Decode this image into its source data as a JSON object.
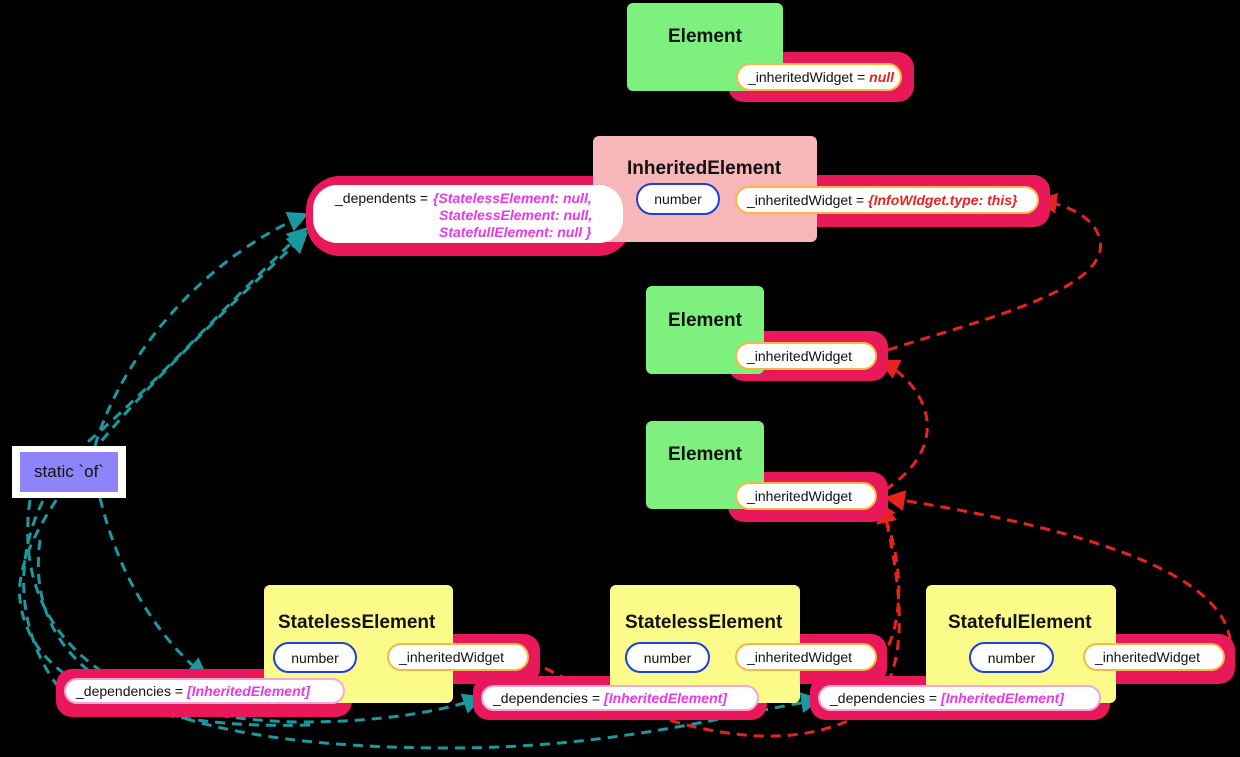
{
  "colors": {
    "teal": "#1a9aa0",
    "red": "#e8231f",
    "green": "#7ef07e",
    "pink": "#f7b6b8",
    "yellow": "#fbfb8a",
    "blue": "#1f3fd8",
    "magenta": "#e838e8"
  },
  "root_element": {
    "title": "Element",
    "field": "_inheritedWidget =",
    "value": "null"
  },
  "inherited_element": {
    "title": "InheritedElement",
    "number": "number",
    "field": "_inheritedWidget =",
    "value": "{InfoWIdget.type:  this}",
    "dependents_label": "_dependents =",
    "dependents_lines": [
      "{StatelessElement:  null,",
      "StatelessElement:  null,",
      "StatefullElement:  null }"
    ]
  },
  "element_mid1": {
    "title": "Element",
    "field": "_inheritedWidget"
  },
  "element_mid2": {
    "title": "Element",
    "field": "_inheritedWidget"
  },
  "static_of": {
    "label": "static `of`"
  },
  "stateless1": {
    "title": "StatelessElement",
    "number": "number",
    "field": "_inheritedWidget",
    "deps_label": "_dependencies =",
    "deps_value": "[InheritedElement]"
  },
  "stateless2": {
    "title": "StatelessElement",
    "number": "number",
    "field": "_inheritedWidget",
    "deps_label": "_dependencies =",
    "deps_value": "[InheritedElement]"
  },
  "stateful": {
    "title": "StatefulElement",
    "number": "number",
    "field": "_inheritedWidget",
    "deps_label": "_dependencies =",
    "deps_value": "[InheritedElement]"
  }
}
